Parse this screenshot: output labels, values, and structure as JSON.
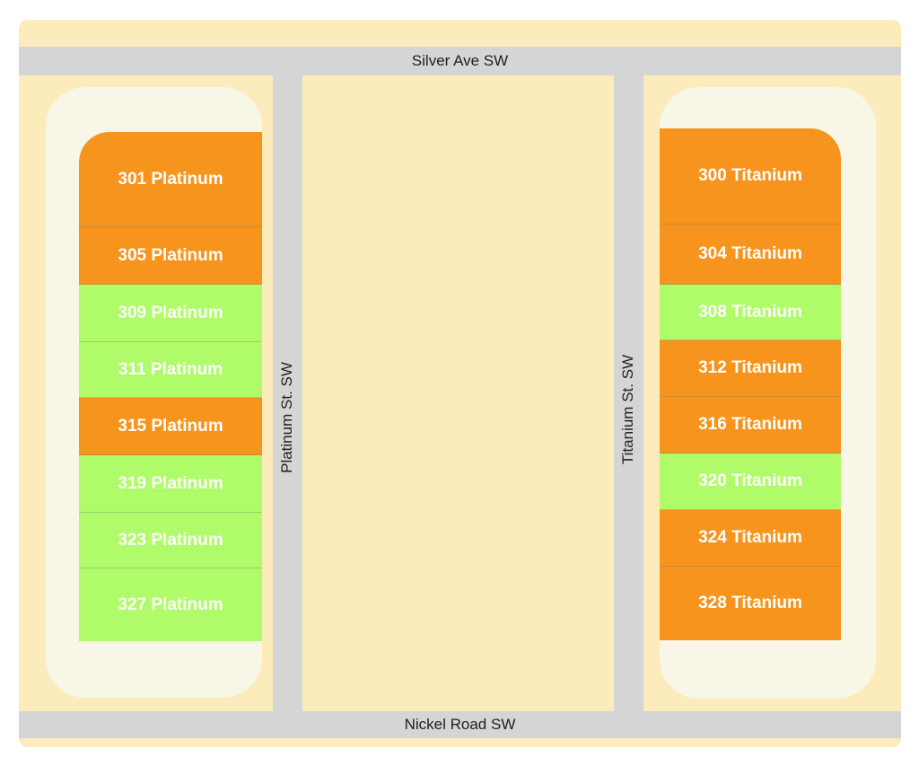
{
  "roads": {
    "top": "Silver Ave SW",
    "bottom": "Nickel Road SW",
    "left": "Platinum St. SW",
    "right": "Titanium St. SW"
  },
  "colors": {
    "ground": "#fcecbb",
    "island": "#f8f6e6",
    "road": "#d5d5d5",
    "orange": "#f7941d",
    "green": "#b0fb6a"
  },
  "left_lots": [
    {
      "label": "301 Platinum",
      "color": "orange"
    },
    {
      "label": "305 Platinum",
      "color": "orange"
    },
    {
      "label": "309 Platinum",
      "color": "green"
    },
    {
      "label": "311 Platinum",
      "color": "green"
    },
    {
      "label": "315 Platinum",
      "color": "orange"
    },
    {
      "label": "319 Platinum",
      "color": "green"
    },
    {
      "label": "323 Platinum",
      "color": "green"
    },
    {
      "label": "327 Platinum",
      "color": "green"
    }
  ],
  "right_lots": [
    {
      "label": "300 Titanium",
      "color": "orange"
    },
    {
      "label": "304 Titanium",
      "color": "orange"
    },
    {
      "label": "308 Titanium",
      "color": "green"
    },
    {
      "label": "312 Titanium",
      "color": "orange"
    },
    {
      "label": "316 Titanium",
      "color": "orange"
    },
    {
      "label": "320 Titanium",
      "color": "green"
    },
    {
      "label": "324 Titanium",
      "color": "orange"
    },
    {
      "label": "328 Titanium",
      "color": "orange"
    }
  ]
}
